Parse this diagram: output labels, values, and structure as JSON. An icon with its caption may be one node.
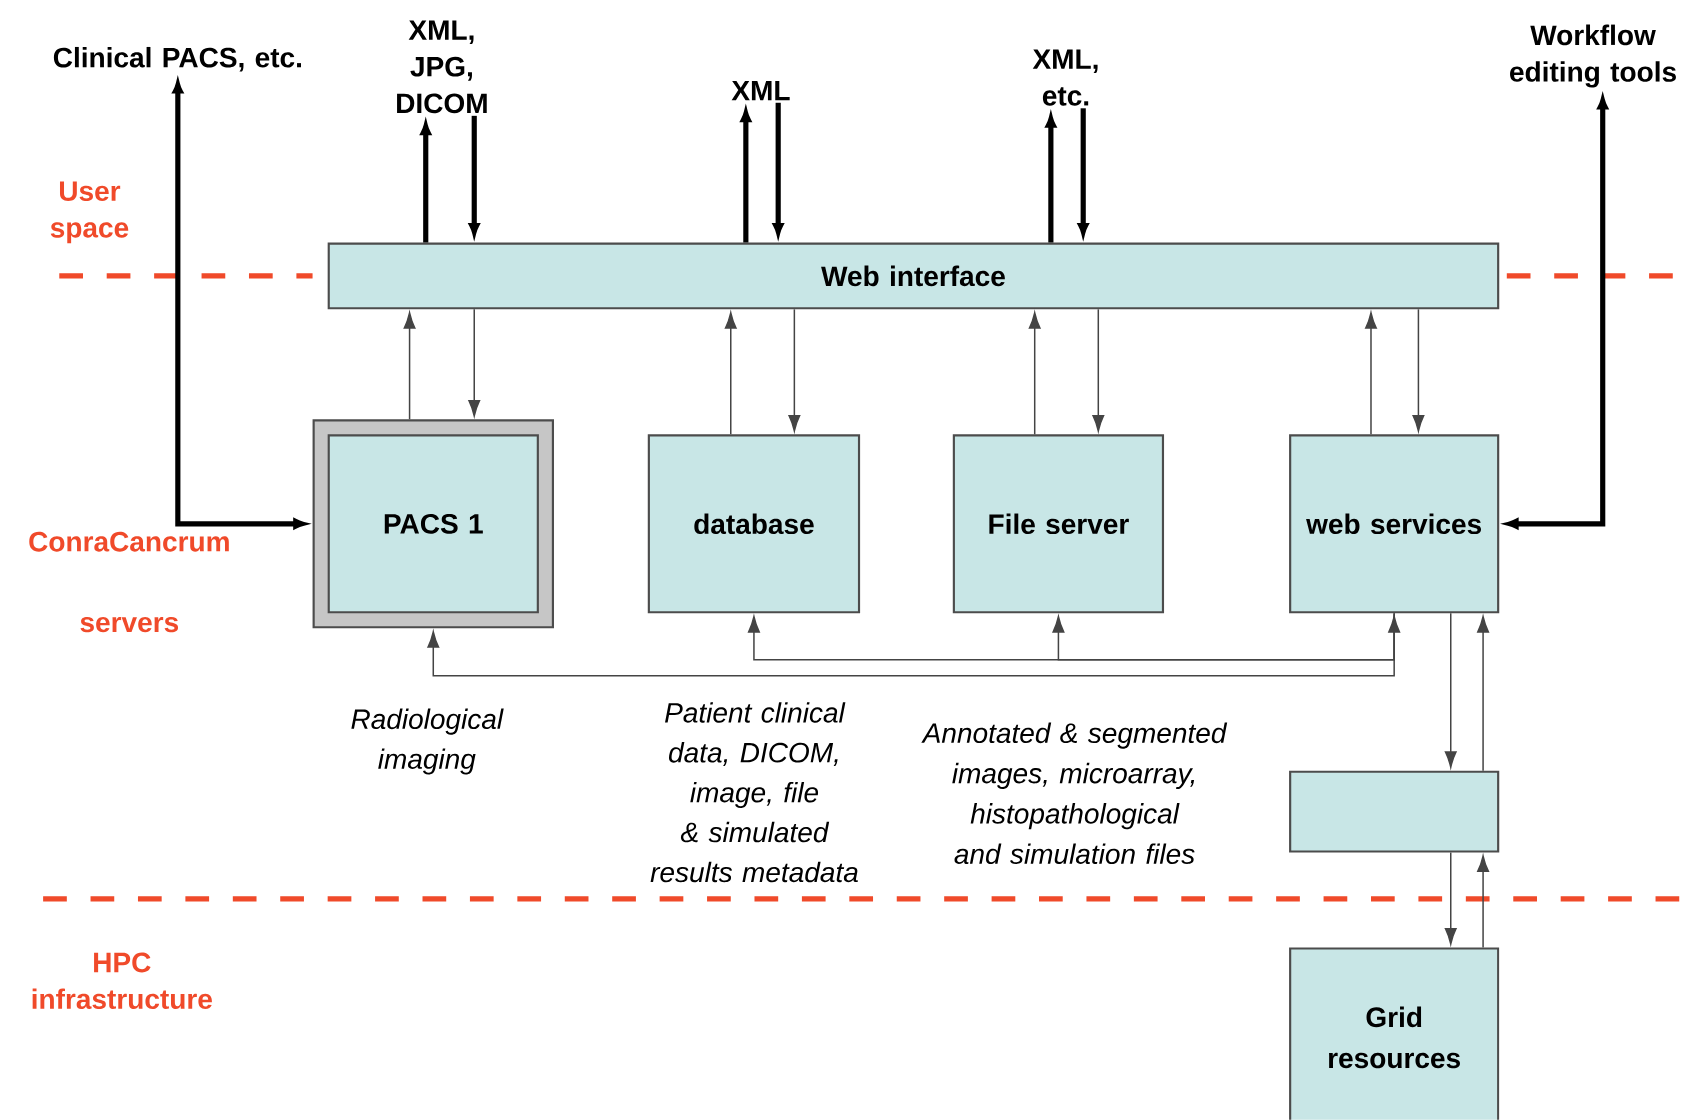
{
  "diagram": {
    "nodes": [
      {
        "text": [
          "Web interface"
        ]
      },
      {
        "text": [
          "PACS 1"
        ],
        "beside": [
          "Radiological imaging"
        ]
      },
      {
        "text": [
          "database"
        ],
        "beside": [
          "Patient clinical data, DICOM, image, file & simulated results metadata"
        ]
      },
      {
        "text": [
          "File server"
        ]
      },
      {
        "text": [
          "web services"
        ]
      },
      {
        "text": [],
        "shape": "box"
      },
      {
        "text": [
          "Grid resources"
        ]
      },
      {
        "text": [
          "Clinical PACS, etc."
        ]
      },
      {
        "text": [
          "XML, JPG, DICOM"
        ]
      },
      {
        "text": [
          "XML"
        ]
      },
      {
        "text": [
          "XML, etc."
        ]
      },
      {
        "text": [
          "Workflow editing tools"
        ]
      }
    ],
    "edges": [
      {
        "from": 7,
        "to": 1,
        "arrow": "both",
        "style": "thick",
        "color": "#000000"
      },
      {
        "from": 0,
        "to": 8,
        "arrow": "to",
        "style": "thick",
        "color": "#000000"
      },
      {
        "from": 8,
        "to": 0,
        "arrow": "to",
        "style": "thick",
        "color": "#000000"
      },
      {
        "from": 0,
        "to": 9,
        "arrow": "to",
        "style": "thick",
        "color": "#000000"
      },
      {
        "from": 9,
        "to": 0,
        "arrow": "to",
        "style": "thick",
        "color": "#000000"
      },
      {
        "from": 0,
        "to": 10,
        "arrow": "to",
        "style": "thick",
        "color": "#000000"
      },
      {
        "from": 10,
        "to": 0,
        "arrow": "to",
        "style": "thick",
        "color": "#000000"
      },
      {
        "from": 11,
        "to": 4,
        "arrow": "both",
        "style": "thick",
        "color": "#000000"
      },
      {
        "from": 1,
        "to": 0,
        "arrow": "to"
      },
      {
        "from": 0,
        "to": 1,
        "arrow": "to"
      },
      {
        "from": 2,
        "to": 0,
        "arrow": "to"
      },
      {
        "from": 0,
        "to": 2,
        "arrow": "to"
      },
      {
        "from": 3,
        "to": 0,
        "arrow": "to"
      },
      {
        "from": 0,
        "to": 3,
        "arrow": "to"
      },
      {
        "from": 4,
        "to": 0,
        "arrow": "to"
      },
      {
        "from": 0,
        "to": 4,
        "arrow": "to"
      },
      {
        "from": 4,
        "to": 5,
        "arrow": "to"
      },
      {
        "from": 5,
        "to": 4,
        "arrow": "to"
      },
      {
        "from": 5,
        "to": 6,
        "arrow": "to"
      },
      {
        "from": 6,
        "to": 5,
        "arrow": "to"
      },
      {
        "from": 1,
        "to": 4,
        "arrow": "both"
      },
      {
        "from": 4,
        "to": 2,
        "arrow": "to"
      },
      {
        "from": 4,
        "to": 3,
        "arrow": "to"
      }
    ],
    "labels": [
      "User space",
      "ConraCancrum servers",
      "Annotated & segmented images, microarray, histopathological and simulation files",
      "HPC infrastructure"
    ]
  }
}
